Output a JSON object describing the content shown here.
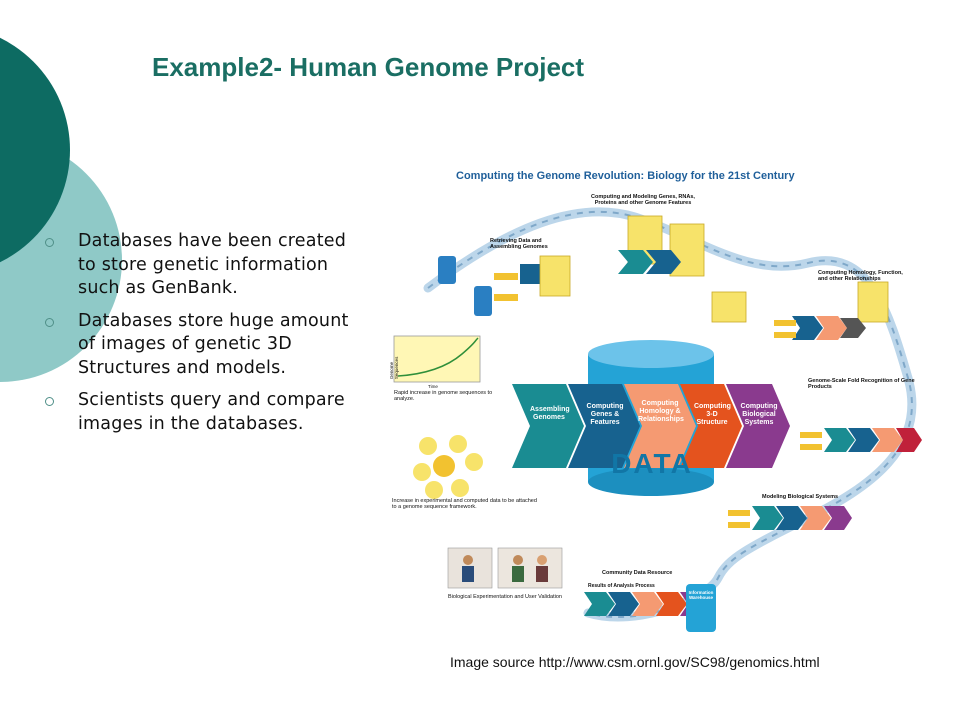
{
  "slide": {
    "title": "Example2- Human Genome Project",
    "bullets": [
      "Databases have been created to store genetic information such as GenBank.",
      "Databases store huge amount of images of genetic 3D Structures and models.",
      "Scientists query and compare images in the databases."
    ],
    "image_source": "Image source http://www.csm.ornl.gov/SC98/genomics.html"
  },
  "figure": {
    "title": "Computing the Genome Revolution: Biology for the 21st Century",
    "data_label": "DATA",
    "pipeline": [
      "Assembling Genomes",
      "Computing Genes & Features",
      "Computing Homology & Relationships",
      "Computing 3-D Structure",
      "Computing Biological Systems"
    ],
    "section_labels": {
      "retrieving": "Retrieving Data and Assembling Genomes",
      "modeling_genes": "Computing and Modeling Genes, RNAs, Proteins and other Genome Features",
      "homology": "Computing Homology, Function, and other Relationships",
      "fold": "Genome-Scale Fold Recognition of Gene Products",
      "bio_systems": "Modeling Biological Systems",
      "community": "Community Data Resource",
      "results": "Results of Analysis Process",
      "warehouse": "Information Warehouse"
    },
    "side_notes": {
      "sequence_growth": "Rapid increase in genome sequences to analyze.",
      "computed_data": "Increase in experimental and computed data to be attached to a genome sequence framework.",
      "validation": "Biological Experimentation and User Validation",
      "axis_y": "Genome Sequences",
      "axis_x": "Time"
    }
  },
  "colors": {
    "title": "#1a6e63",
    "teal_dark": "#0d6b62",
    "teal_light": "#8fc9c7",
    "data_blue": "#24a3d6",
    "pipeline": [
      "#1a8c92",
      "#17628f",
      "#f59a72",
      "#e4531e",
      "#8a3a8e"
    ]
  }
}
